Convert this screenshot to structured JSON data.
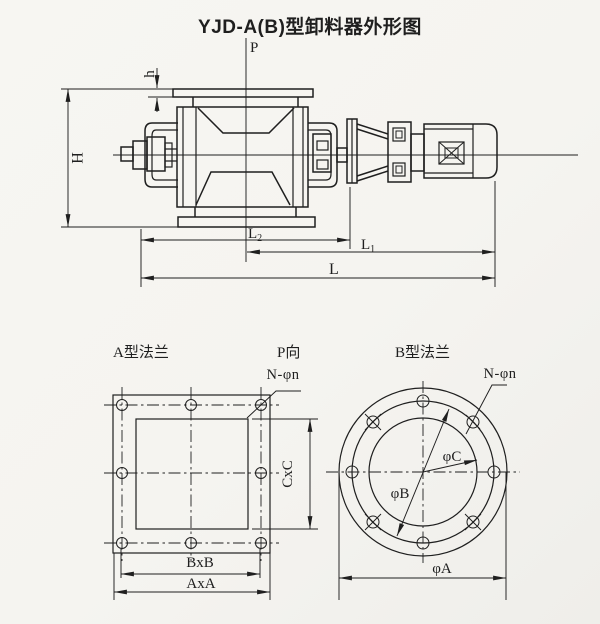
{
  "title": "YJD-A(B)型卸料器外形图",
  "main_view": {
    "section_marker": "P",
    "dims": {
      "h": "h",
      "H": "H",
      "L": "L",
      "L1_base": "L",
      "L1_sub": "1",
      "L2_base": "L",
      "L2_sub": "2"
    }
  },
  "flange_a": {
    "title": "A型法兰",
    "view_label": "P向",
    "holes_label": "N-φn",
    "dim_inner": "CxC",
    "dim_bolt": "BxB",
    "dim_outer": "AxA"
  },
  "flange_b": {
    "title": "B型法兰",
    "holes_label": "N-φn",
    "dim_inner": "φC",
    "dim_bolt": "φB",
    "dim_outer": "φA"
  },
  "colors": {
    "line": "#1f1f1f",
    "paper": "#f6f5f1"
  }
}
